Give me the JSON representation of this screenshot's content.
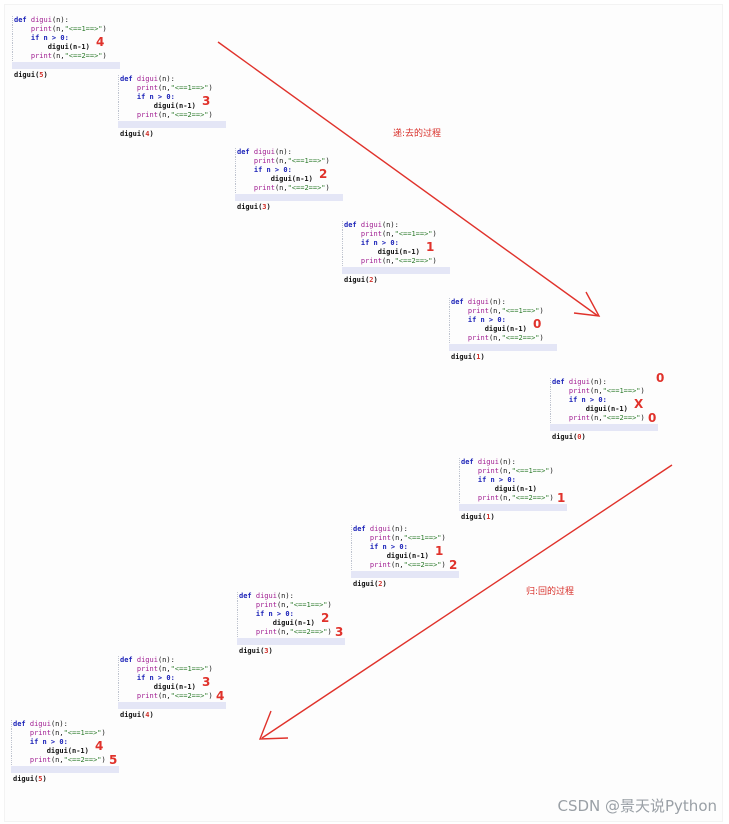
{
  "code": {
    "def_kw": "def",
    "func": "digui",
    "params": "(n):",
    "print_kw": "print",
    "print_args_pre": "(n,",
    "str1": "\"<==1==>\"",
    "str2": "\"<==2==>\"",
    "close": ")",
    "if_line": "if n > 0:",
    "recurse": "digui(n-1)"
  },
  "snippets": [
    {
      "call_arg": "5",
      "recurse_mark": "4",
      "after_mark": "",
      "print1_mark": ""
    },
    {
      "call_arg": "4",
      "recurse_mark": "3",
      "after_mark": "",
      "print1_mark": ""
    },
    {
      "call_arg": "3",
      "recurse_mark": "2",
      "after_mark": "",
      "print1_mark": ""
    },
    {
      "call_arg": "2",
      "recurse_mark": "1",
      "after_mark": "",
      "print1_mark": ""
    },
    {
      "call_arg": "1",
      "recurse_mark": "0",
      "after_mark": "",
      "print1_mark": ""
    },
    {
      "call_arg": "0",
      "recurse_mark": "X",
      "after_mark": "0",
      "print1_mark": "0"
    },
    {
      "call_arg": "1",
      "recurse_mark": "",
      "after_mark": "1",
      "print1_mark": ""
    },
    {
      "call_arg": "2",
      "recurse_mark": "1",
      "after_mark": "2",
      "print1_mark": ""
    },
    {
      "call_arg": "3",
      "recurse_mark": "2",
      "after_mark": "3",
      "print1_mark": ""
    },
    {
      "call_arg": "4",
      "recurse_mark": "3",
      "after_mark": "4",
      "print1_mark": ""
    },
    {
      "call_arg": "5",
      "recurse_mark": "4",
      "after_mark": "5",
      "print1_mark": ""
    }
  ],
  "notes": {
    "descent": "递:去的过程",
    "return": "归:回的过程"
  },
  "watermark": "CSDN @景天说Python",
  "colors": {
    "annotation": "#e0322b",
    "keyword": "#1c23b8",
    "function": "#a01c91"
  }
}
